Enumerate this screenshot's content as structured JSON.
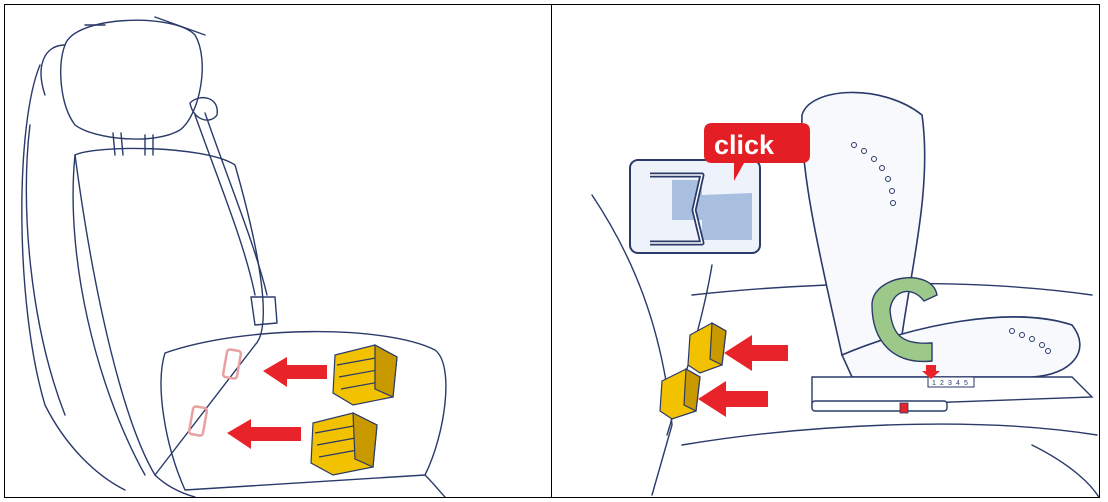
{
  "colors": {
    "outline": "#2a3a6a",
    "arrow_red": "#e8232a",
    "connector_yellow": "#f2c200",
    "connector_shade": "#c99a00",
    "guide_pink": "#e8a0a0",
    "shell_green": "#9cc98a",
    "inset_blue": "#a8bfe0",
    "inset_bg": "#eef3fb",
    "bubble_red": "#e31e24"
  },
  "left_panel": {
    "arrows": [
      "arrow-upper",
      "arrow-lower"
    ],
    "connectors": [
      "isofix-guide-upper",
      "isofix-guide-lower"
    ]
  },
  "right_panel": {
    "callout_text": "click",
    "scale_labels": [
      "1",
      "2",
      "3",
      "4",
      "5"
    ],
    "arrows": [
      "arrow-upper",
      "arrow-lower"
    ]
  }
}
